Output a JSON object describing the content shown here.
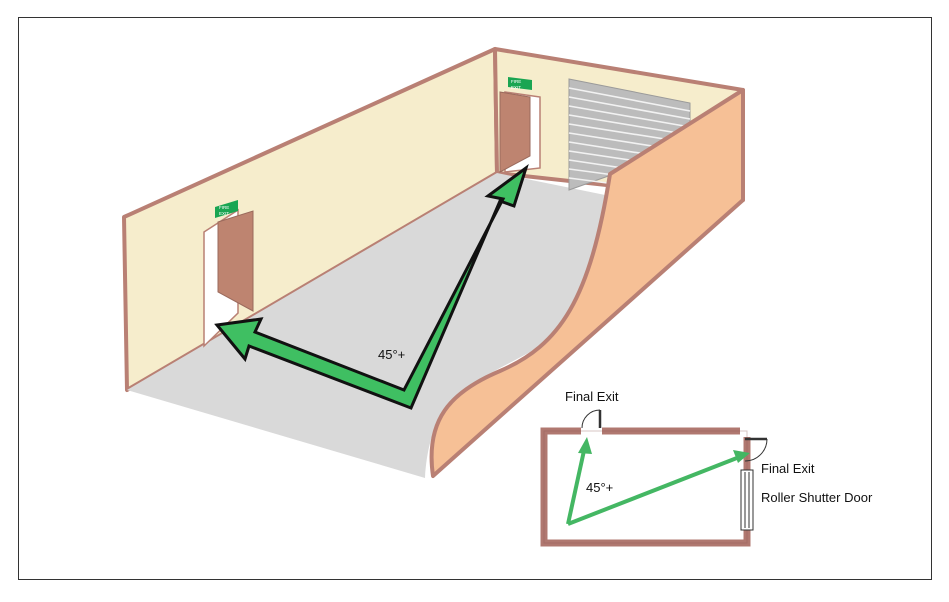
{
  "diagram": {
    "angle_label_3d": "45°+",
    "angle_label_plan": "45°+",
    "exit_sign_text_line1": "FIRE",
    "exit_sign_text_line2": "EXIT",
    "plan": {
      "final_exit_top_label": "Final Exit",
      "final_exit_right_label": "Final Exit",
      "roller_shutter_label": "Roller Shutter Door"
    }
  },
  "colors": {
    "back_wall": "#f6edcc",
    "wall_outline": "#b98074",
    "floor": "#d9d9d9",
    "right_wall": "#f6c096",
    "door": "#be8470",
    "shutter": "#bcbcbc",
    "arrow_fill": "#3fbf62",
    "arrow_stroke": "#111111",
    "sign_green": "#1aa552",
    "plan_wall": "#b07870",
    "plan_arrow": "#44b763",
    "frame": "#333333"
  }
}
